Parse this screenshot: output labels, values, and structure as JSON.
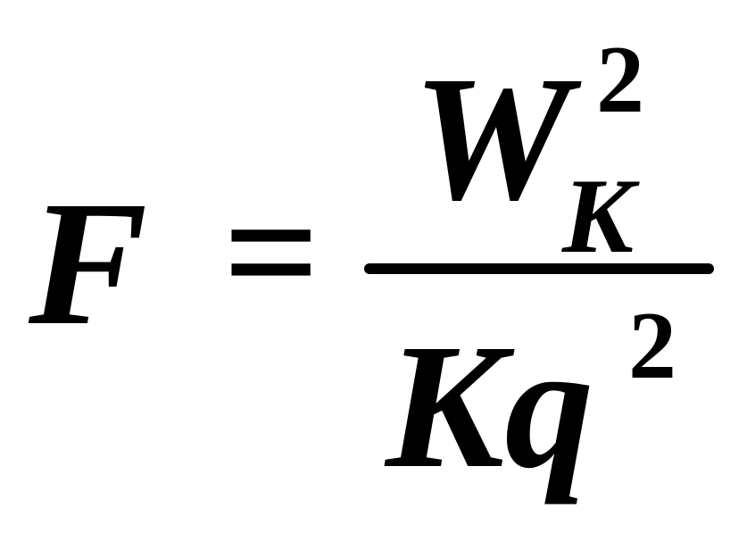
{
  "equation": {
    "lhs": "F",
    "operator": "=",
    "numerator": {
      "base": "W",
      "subscript": "K",
      "superscript": "2"
    },
    "denominator": {
      "base": "Kq",
      "superscript": "2"
    }
  }
}
